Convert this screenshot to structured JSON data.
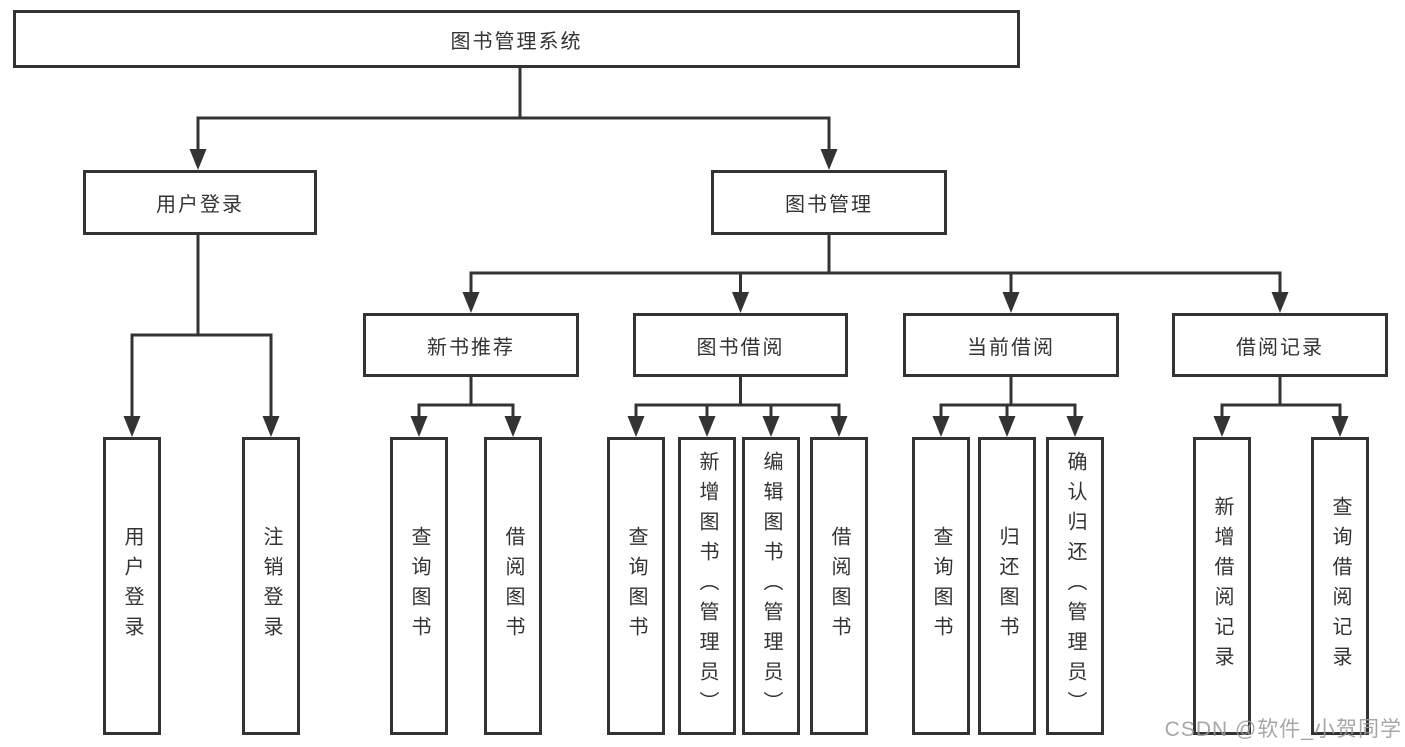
{
  "colors": {
    "line": "#333333",
    "box_border": "#333333",
    "text": "#333333",
    "background": "#ffffff",
    "watermark": "#9b9b9b"
  },
  "watermark": "CSDN @软件_小贺同学",
  "tree": {
    "label": "图书管理系统",
    "children": [
      {
        "label": "用户登录",
        "children": [
          {
            "label": "用户登录"
          },
          {
            "label": "注销登录"
          }
        ]
      },
      {
        "label": "图书管理",
        "children": [
          {
            "label": "新书推荐",
            "children": [
              {
                "label": "查询图书"
              },
              {
                "label": "借阅图书"
              }
            ]
          },
          {
            "label": "图书借阅",
            "children": [
              {
                "label": "查询图书"
              },
              {
                "label": "新增图书（管理员）"
              },
              {
                "label": "编辑图书（管理员）"
              },
              {
                "label": "借阅图书"
              }
            ]
          },
          {
            "label": "当前借阅",
            "children": [
              {
                "label": "查询图书"
              },
              {
                "label": "归还图书"
              },
              {
                "label": "确认归还（管理员）"
              }
            ]
          },
          {
            "label": "借阅记录",
            "children": [
              {
                "label": "新增借阅记录"
              },
              {
                "label": "查询借阅记录"
              }
            ]
          }
        ]
      }
    ]
  }
}
